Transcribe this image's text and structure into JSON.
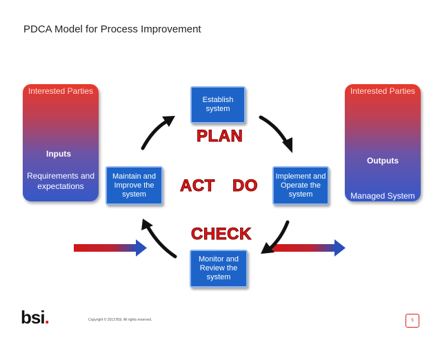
{
  "title": "PDCA Model for Process Improvement",
  "left_box": {
    "heading": "Interested Parties",
    "sub": "Inputs",
    "footer": "Requirements and expectations"
  },
  "right_box": {
    "heading": "Interested Parties",
    "sub": "Outputs",
    "footer": "Managed System"
  },
  "steps": {
    "plan": "Establish system",
    "do": "Implement and Operate the system",
    "check": "Monitor and Review the system",
    "act": "Maintain and Improve the system"
  },
  "phases": {
    "plan": "PLAN",
    "do": "DO",
    "check": "CHECK",
    "act": "ACT"
  },
  "footer": {
    "logo_text": "bsi",
    "logo_dot": ".",
    "copyright": "Copyright © 2013 BSI. All rights reserved.",
    "page": "5"
  },
  "colors": {
    "accent_red": "#e01919",
    "step_blue": "#1e64c8",
    "arrow_dark": "#111111"
  }
}
